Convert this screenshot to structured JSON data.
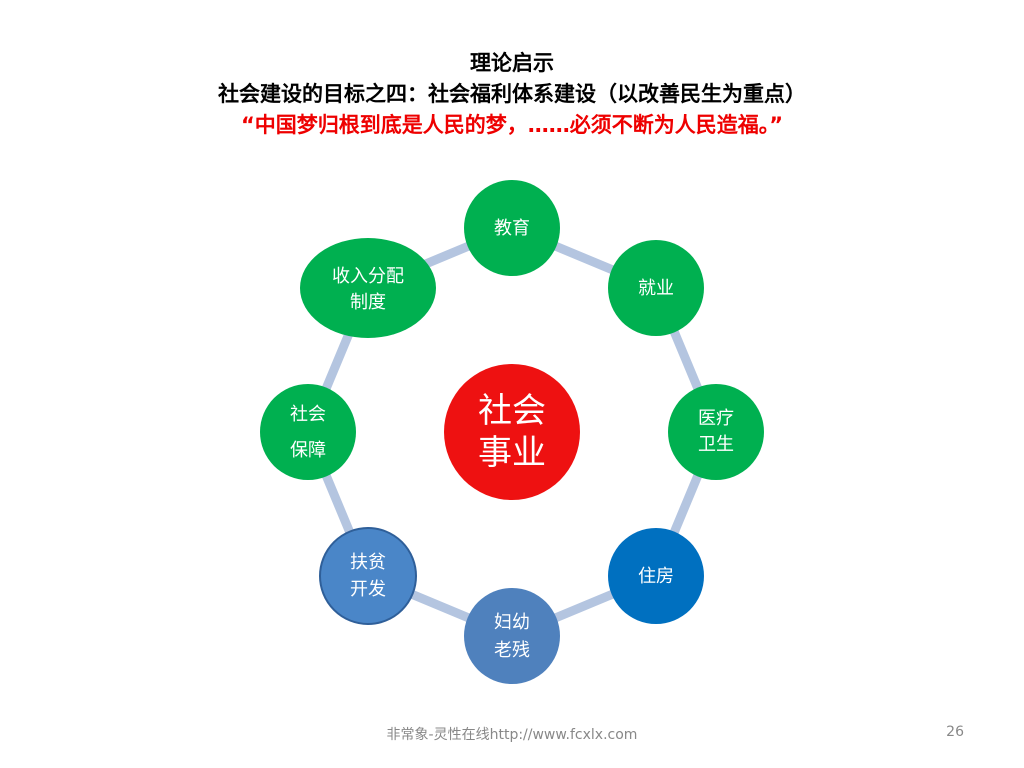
{
  "title": {
    "line1": "理论启示",
    "line2": "社会建设的目标之四：社会福利体系建设（以改善民生为重点）",
    "line3": "“中国梦归根到底是人民的梦，……必须不断为人民造福。”"
  },
  "center": {
    "line1": "社会",
    "line2": "事业",
    "color": "#ee1111"
  },
  "nodes": [
    {
      "id": "education",
      "line1": "教育",
      "line2": "",
      "color": "#00b050"
    },
    {
      "id": "employment",
      "line1": "就业",
      "line2": "",
      "color": "#00b050"
    },
    {
      "id": "medical",
      "line1": "医疗",
      "line2": "卫生",
      "color": "#00b050"
    },
    {
      "id": "housing",
      "line1": "住房",
      "line2": "",
      "color": "#0070c0"
    },
    {
      "id": "women-elderly",
      "line1": "妇幼",
      "line2": "老残",
      "color": "#4f81bd"
    },
    {
      "id": "poverty",
      "line1": "扶贫",
      "line2": "开发",
      "color": "#4a86c8"
    },
    {
      "id": "social-security",
      "line1": "社会",
      "line2": "保障",
      "color": "#00b050"
    },
    {
      "id": "income",
      "line1": "收入分配",
      "line2": "制度",
      "color": "#00b050"
    }
  ],
  "ring_color": "#b4c5e0",
  "footer": {
    "text": "非常象-灵性在线http://www.fcxlx.com",
    "page": "26"
  }
}
